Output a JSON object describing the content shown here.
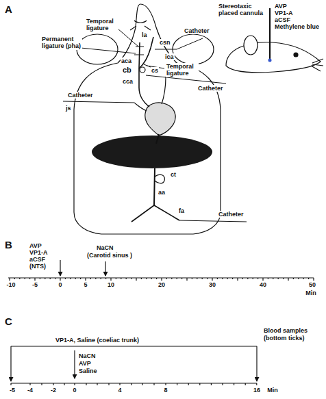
{
  "diagram": {
    "labels": [
      "A",
      "Temporal ligature",
      "la",
      "Permanent ligature (pha)",
      "csn",
      "Catheter",
      "aca",
      "ica",
      "cb",
      "cca",
      "cs",
      "Temporal ligature",
      "Catheter",
      "Catheter",
      "js",
      "ct",
      "aa",
      "fa",
      "Catheter",
      "Stereotaxic placed cannula",
      "AVP",
      "VP1-A",
      "aCSF",
      "Methylene blue",
      "B",
      "AVP",
      "VP1-A",
      "aCSF",
      "(NTS)",
      "NaCN",
      "(Carotid sinus )",
      "-10",
      "-5",
      "0",
      "5",
      "10",
      "20",
      "30",
      "40",
      "50",
      "Min",
      "C",
      "VP1-A,  Saline (coeliac trunk)",
      "Blood samples",
      "(bottom ticks)",
      "NaCN",
      "AVP",
      "Saline",
      "-5",
      "-4",
      "-2",
      "0",
      "4",
      "8",
      "16",
      "Min"
    ]
  }
}
